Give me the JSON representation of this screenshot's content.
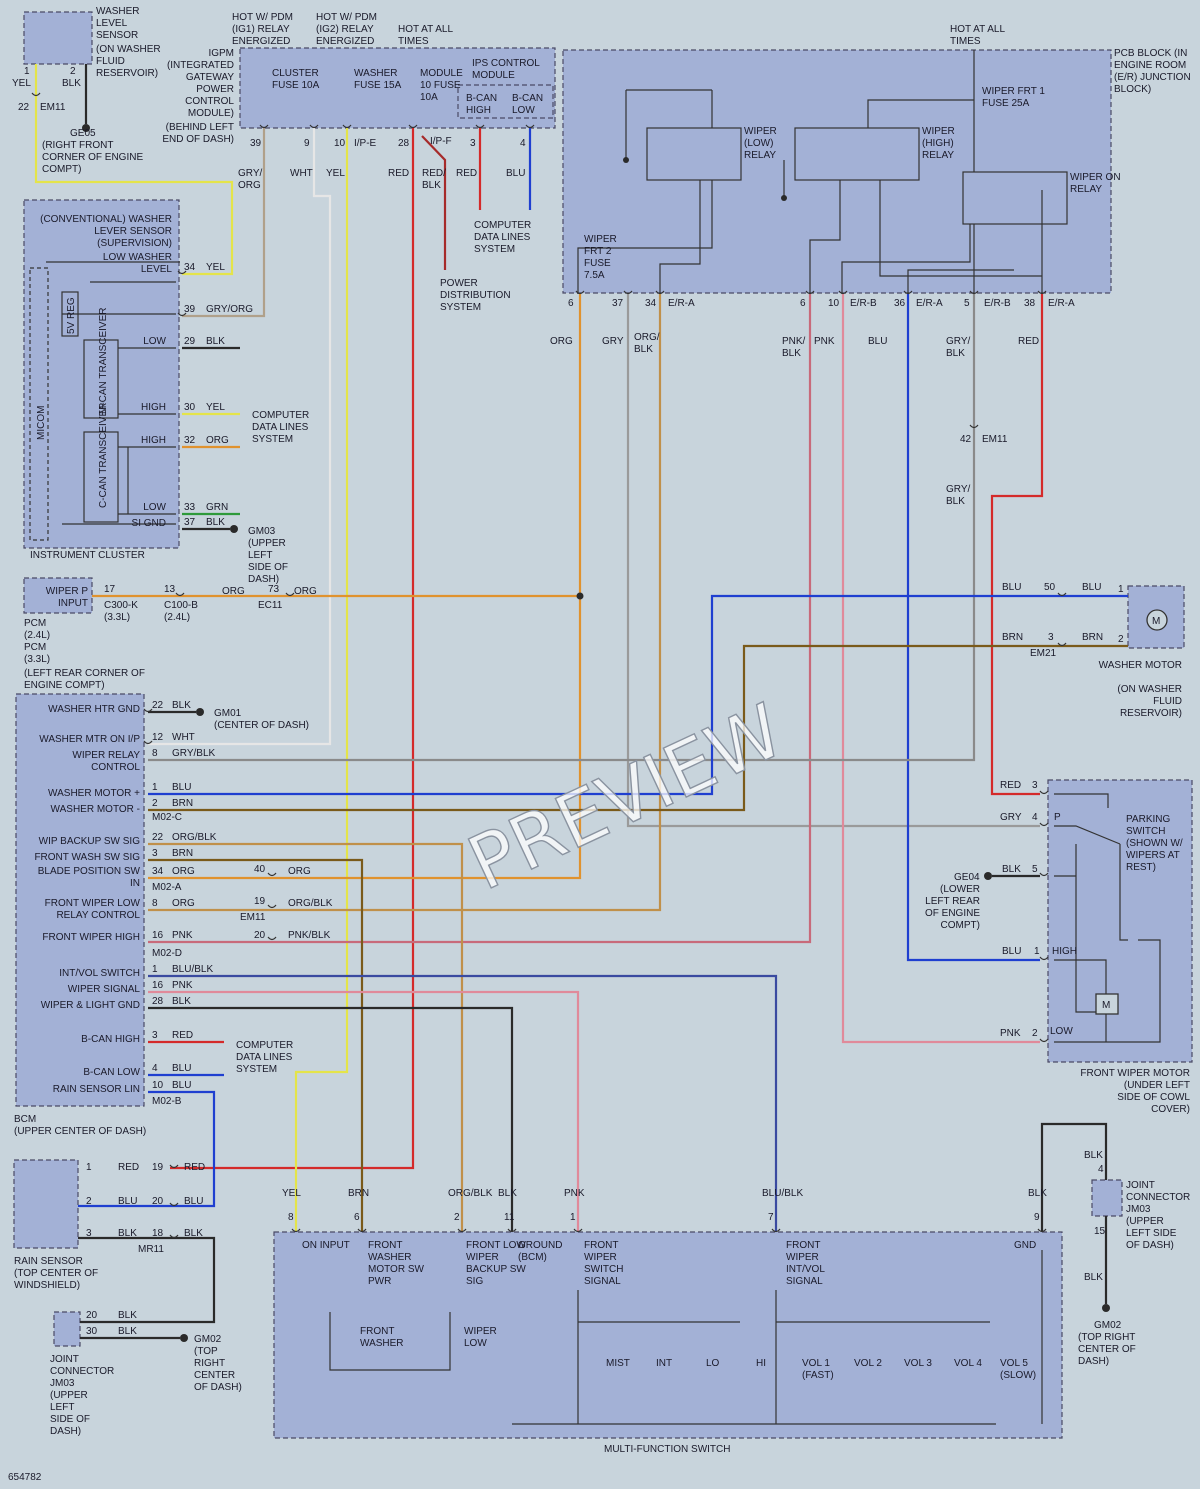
{
  "colors": {
    "background": "#c8d4dc",
    "component_box": "#a3b1d6",
    "RED": "#d42a2a",
    "BLU": "#1f3fd0",
    "YEL": "#e4e44a",
    "ORG": "#e0922e",
    "GRY": "#9a9a9a",
    "WHT": "#e6e6e6",
    "BLK": "#2a2a2a",
    "BRN": "#7a5a1a",
    "PNK": "#e08a9a",
    "GRN": "#2e9a3a",
    "ORG_BLK": "#c0904a",
    "GRY_BLK": "#8a8a8a",
    "PNK_BLK": "#c86a7a",
    "BLU_BLK": "#3a4aa0",
    "GRY_ORG": "#b0a08a",
    "RED_BLK": "#a62a2a"
  },
  "watermark": "PREVIEW",
  "figure_id": "654782",
  "sources": {
    "hot_ig1": "HOT W/ PDM (IG1) RELAY ENERGIZED",
    "hot_ig2": "HOT W/ PDM (IG2) RELAY ENERGIZED",
    "hot_always": "HOT AT ALL TIMES",
    "hot_always2": "HOT AT ALL TIMES"
  },
  "components": {
    "washer_level_sensor": {
      "name": "WASHER LEVEL SENSOR",
      "location": "(ON WASHER FLUID RESERVOIR)"
    },
    "ge05": {
      "name": "GE05",
      "location": "(RIGHT FRONT CORNER OF ENGINE COMPT)"
    },
    "igpm": {
      "name": "IGPM (INTEGRATED GATEWAY POWER CONTROL MODULE)",
      "location": "(BEHIND LEFT END OF DASH)"
    },
    "cluster_fuse": "CLUSTER FUSE 10A",
    "washer_fuse": "WASHER FUSE 15A",
    "module_fuse": "MODULE 10 FUSE 10A",
    "ips_control": "IPS CONTROL MODULE",
    "bcan_high": "B-CAN HIGH",
    "bcan_low": "B-CAN LOW",
    "pcb_block": "PCB BLOCK (IN ENGINE ROOM (E/R) JUNCTION BLOCK)",
    "wiper_frt1_fuse": "WIPER FRT 1 FUSE 25A",
    "wiper_frt2_fuse": "WIPER FRT 2 FUSE 7.5A",
    "wiper_low_relay": "WIPER (LOW) RELAY",
    "wiper_high_relay": "WIPER (HIGH) RELAY",
    "wiper_on_relay": "WIPER ON RELAY",
    "instrument_cluster": "INSTRUMENT CLUSTER",
    "washer_lever_sensor": "(CONVENTIONAL) WASHER LEVER SENSOR (SUPERVISION)",
    "low_washer_level": "LOW WASHER LEVEL",
    "five_v_reg": "5V REG",
    "m_can": "M-CAN TRANSCEIVER",
    "c_can": "C-CAN TRANSCEIVER",
    "micom": "MICOM",
    "gm03": {
      "name": "GM03",
      "location": "(UPPER LEFT SIDE OF DASH)"
    },
    "pcm": {
      "input": "WIPER P INPUT",
      "name": "PCM (2.4L) PCM (3.3L)",
      "location": "(LEFT REAR CORNER OF ENGINE COMPT)"
    },
    "bcm": {
      "name": "BCM",
      "location": "(UPPER CENTER OF DASH)"
    },
    "gm01": {
      "name": "GM01",
      "location": "(CENTER OF DASH)"
    },
    "washer_motor": {
      "name": "WASHER MOTOR",
      "location": "(ON WASHER FLUID RESERVOIR)"
    },
    "front_wiper_motor": {
      "name": "FRONT WIPER MOTOR",
      "location": "(UNDER LEFT SIDE OF COWL COVER)"
    },
    "parking_switch": "PARKING SWITCH (SHOWN W/ WIPERS AT REST)",
    "ge04": {
      "name": "GE04",
      "location": "(LOWER LEFT REAR OF ENGINE COMPT)"
    },
    "rain_sensor": {
      "name": "RAIN SENSOR",
      "location": "(TOP CENTER OF WINDSHIELD)"
    },
    "jm03_left": {
      "name": "JOINT CONNECTOR JM03",
      "location": "(UPPER LEFT SIDE OF DASH)"
    },
    "gm02_left": {
      "name": "GM02",
      "location": "(TOP RIGHT CENTER OF DASH)"
    },
    "jm03_right": {
      "name": "JOINT CONNECTOR JM03",
      "location": "(UPPER LEFT SIDE OF DASH)"
    },
    "gm02_right": {
      "name": "GM02",
      "location": "(TOP RIGHT CENTER OF DASH)"
    },
    "mfs": "MULTI-FUNCTION SWITCH",
    "computer_data_lines": "COMPUTER DATA LINES SYSTEM",
    "power_distribution": "POWER DISTRIBUTION SYSTEM"
  },
  "bcm_pins": [
    {
      "pin": "22",
      "label": "WASHER HTR GND",
      "color": "BLK"
    },
    {
      "pin": "12",
      "label": "WASHER MTR ON I/P",
      "color": "WHT"
    },
    {
      "pin": "8",
      "label": "WIPER RELAY CONTROL",
      "color": "GRY/BLK"
    },
    {
      "pin": "1",
      "label": "WASHER MOTOR +",
      "color": "BLU"
    },
    {
      "pin": "2",
      "label": "WASHER MOTOR -",
      "color": "BRN"
    },
    {
      "pin": "22",
      "label": "WIP BACKUP SW SIG",
      "color": "ORG/BLK"
    },
    {
      "pin": "3",
      "label": "FRONT WASH SW SIG",
      "color": "BRN"
    },
    {
      "pin": "34",
      "label": "BLADE POSITION SW IN",
      "color": "ORG"
    },
    {
      "pin": "8",
      "label": "FRONT WIPER LOW RELAY CONTROL",
      "color": "ORG"
    },
    {
      "pin": "16",
      "label": "FRONT WIPER HIGH",
      "color": "PNK"
    },
    {
      "pin": "1",
      "label": "INT/VOL SWITCH",
      "color": "BLU/BLK"
    },
    {
      "pin": "16",
      "label": "WIPER SIGNAL",
      "color": "PNK"
    },
    {
      "pin": "28",
      "label": "WIPER & LIGHT GND",
      "color": "BLK"
    },
    {
      "pin": "3",
      "label": "B-CAN HIGH",
      "color": "RED"
    },
    {
      "pin": "4",
      "label": "B-CAN LOW",
      "color": "BLU"
    },
    {
      "pin": "10",
      "label": "RAIN SENSOR LIN",
      "color": "BLU"
    }
  ],
  "cluster_pins": [
    {
      "pin": "34",
      "label": "",
      "color": "YEL"
    },
    {
      "pin": "39",
      "label": "",
      "color": "GRY/ORG"
    },
    {
      "pin": "29",
      "label": "LOW",
      "color": "BLK"
    },
    {
      "pin": "30",
      "label": "HIGH",
      "color": "YEL"
    },
    {
      "pin": "32",
      "label": "HIGH",
      "color": "ORG"
    },
    {
      "pin": "33",
      "label": "LOW",
      "color": "GRN"
    },
    {
      "pin": "37",
      "label": "SI GND",
      "color": "BLK"
    }
  ],
  "mfs_sections": [
    {
      "pin": "8",
      "label": "ON INPUT",
      "color": "YEL"
    },
    {
      "pin": "6",
      "label": "FRONT WASHER MOTOR SW PWR",
      "color": "BRN"
    },
    {
      "pin": "2",
      "label": "FRONT LOW WIPER BACKUP SW SIG",
      "color": "ORG/BLK"
    },
    {
      "pin": "11",
      "label": "GROUND (BCM)",
      "color": "BLK"
    },
    {
      "pin": "1",
      "label": "FRONT WIPER SWITCH SIGNAL",
      "color": "PNK"
    },
    {
      "pin": "7",
      "label": "FRONT WIPER INT/VOL SIGNAL",
      "color": "BLU/BLK"
    },
    {
      "pin": "9",
      "label": "GND",
      "color": "BLK"
    }
  ],
  "mfs_switches": [
    "MIST",
    "INT",
    "LO",
    "HI",
    "VOL 1 (FAST)",
    "VOL 2",
    "VOL 3",
    "VOL 4",
    "VOL 5 (SLOW)"
  ],
  "mfs_washer": [
    "FRONT WASHER",
    "WIPER LOW"
  ],
  "connectors": {
    "em11": "EM11",
    "ip_e": "I/P-E",
    "ip_f": "I/P-F",
    "er_a": "E/R-A",
    "er_b": "E/R-B",
    "c300k": "C300-K",
    "c100b": "C100-B",
    "ec11": "EC11",
    "em21": "EM21",
    "m02c": "M02-C",
    "m02a": "M02-A",
    "m02d": "M02-D",
    "m02b": "M02-B",
    "mr11": "MR11",
    "l33": "(3.3L)",
    "l24": "(2.4L)"
  },
  "wire_labels": {
    "yel": "YEL",
    "blk": "BLK",
    "gry_org": "GRY/ ORG",
    "wht": "WHT",
    "red": "RED",
    "red_blk": "RED/ BLK",
    "blu": "BLU",
    "org": "ORG",
    "gry": "GRY",
    "org_blk": "ORG/ BLK",
    "pnk_blk": "PNK/ BLK",
    "pnk": "PNK",
    "gry_blk": "GRY/ BLK",
    "brn": "BRN",
    "grn": "GRN",
    "blu_blk": "BLU/ BLK",
    "gry_org_flat": "GRY/ORG",
    "gry_blk_flat": "GRY/BLK",
    "org_blk_flat": "ORG/BLK",
    "pnk_blk_flat": "PNK/BLK",
    "blu_blk_flat": "BLU/BLK"
  },
  "pin_numbers": {
    "p1": "1",
    "p2": "2",
    "p3": "3",
    "p4": "4",
    "p5": "5",
    "p6": "6",
    "p7": "7",
    "p8": "8",
    "p9": "9",
    "p10": "10",
    "p11": "11",
    "p13": "13",
    "p15": "15",
    "p17": "17",
    "p18": "18",
    "p19": "19",
    "p20": "20",
    "p22": "22",
    "p28": "28",
    "p30": "30",
    "p34": "34",
    "p36": "36",
    "p37": "37",
    "p38": "38",
    "p39": "39",
    "p40": "40",
    "p42": "42",
    "p50": "50",
    "p73": "73"
  },
  "switch_positions": {
    "P": "P",
    "HIGH": "HIGH",
    "LOW": "LOW",
    "M": "M"
  }
}
